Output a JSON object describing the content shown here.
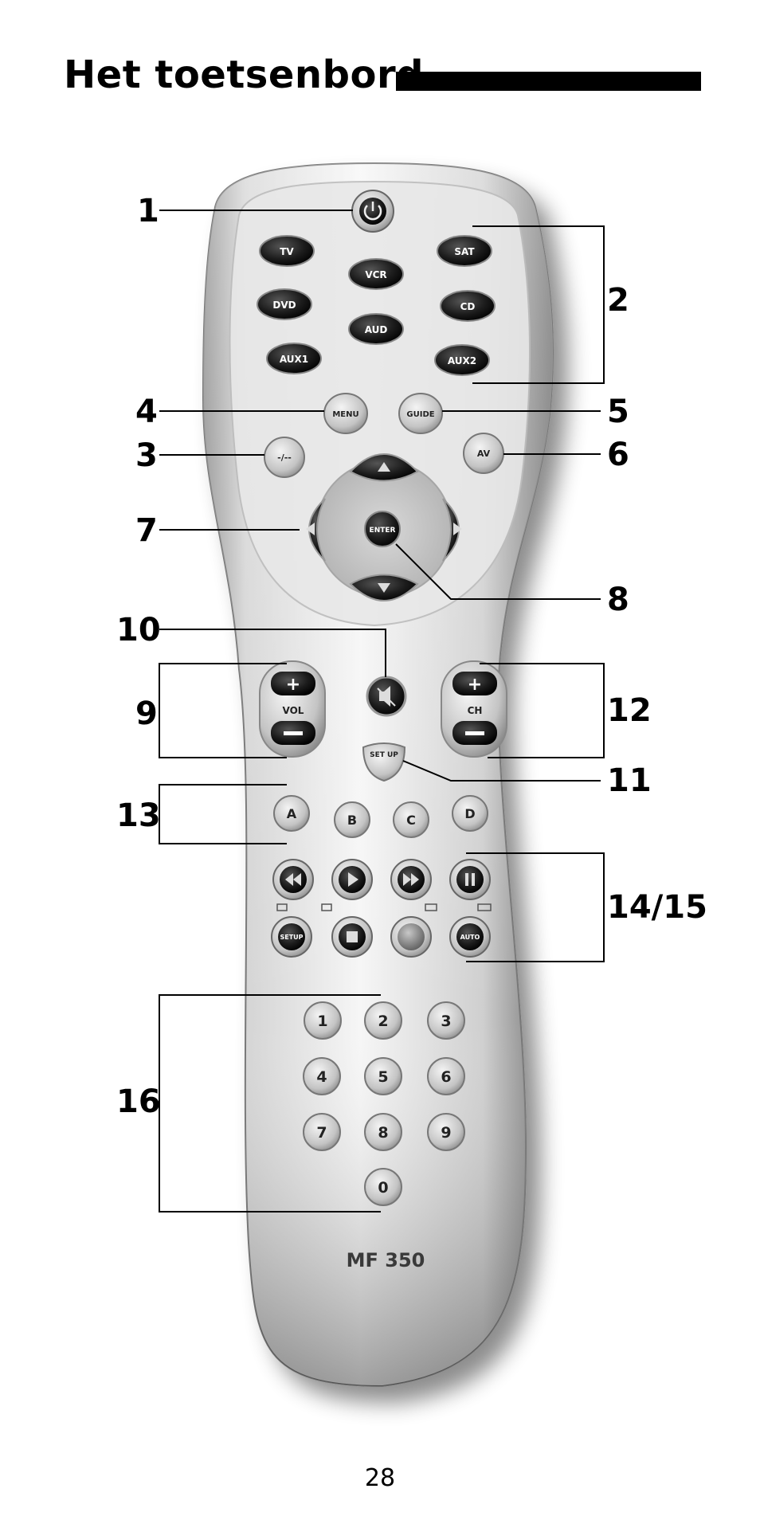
{
  "page": {
    "title": "Het toetsenbord",
    "page_number": "28"
  },
  "remote": {
    "model": "MF 350",
    "power_icon": "power-icon",
    "device_keys": [
      "TV",
      "VCR",
      "SAT",
      "DVD",
      "AUD",
      "CD",
      "AUX1",
      "AUX2"
    ],
    "menu": "MENU",
    "guide": "GUIDE",
    "minus_dash": "-/--",
    "av": "AV",
    "enter": "ENTER",
    "vol": "VOL",
    "ch": "CH",
    "setup": "SET UP",
    "letters": [
      "A",
      "B",
      "C",
      "D"
    ],
    "transport_row1": [
      "rewind-icon",
      "play-icon",
      "fast-forward-icon",
      "pause-icon"
    ],
    "transport_row2": [
      "SETUP",
      "stop-icon",
      "record-icon",
      "AUTO"
    ],
    "digits": [
      "1",
      "2",
      "3",
      "4",
      "5",
      "6",
      "7",
      "8",
      "9",
      "0"
    ]
  },
  "callouts": [
    "1",
    "2",
    "3",
    "4",
    "5",
    "6",
    "7",
    "8",
    "9",
    "10",
    "11",
    "12",
    "13",
    "14/15",
    "16"
  ],
  "colors": {
    "body_light": "#f2f2f2",
    "body_shadow": "#7a7a7a",
    "button_dark": "#1a1a1a",
    "button_grey": "#b8b8b8"
  }
}
